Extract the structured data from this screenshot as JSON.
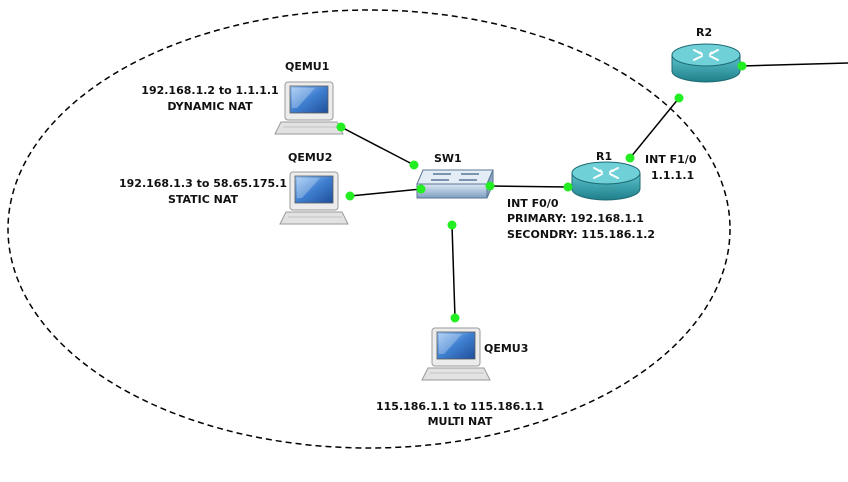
{
  "devices": {
    "qemu1": {
      "name": "QEMU1",
      "note_ip": "192.168.1.2 to 1.1.1.1",
      "note_type": "DYNAMIC NAT"
    },
    "qemu2": {
      "name": "QEMU2",
      "note_ip": "192.168.1.3 to 58.65.175.1",
      "note_type": "STATIC NAT"
    },
    "qemu3": {
      "name": "QEMU3",
      "note_ip": "115.186.1.1 to 115.186.1.1",
      "note_type": "MULTI NAT"
    },
    "sw1": {
      "name": "SW1"
    },
    "r1": {
      "name": "R1",
      "f10_label": "INT F1/0",
      "f10_ip": "1.1.1.1",
      "f00_label": "INT F0/0",
      "primary": "PRIMARY: 192.168.1.1",
      "secondary": "SECONDRY: 115.186.1.2"
    },
    "r2": {
      "name": "R2"
    }
  },
  "links": [
    {
      "from": "qemu1",
      "to": "sw1"
    },
    {
      "from": "qemu2",
      "to": "sw1"
    },
    {
      "from": "qemu3",
      "to": "sw1"
    },
    {
      "from": "sw1",
      "to": "r1"
    },
    {
      "from": "r1",
      "to": "r2"
    },
    {
      "from": "r2",
      "to": "external"
    }
  ],
  "colors": {
    "link": "#000000",
    "port_dot": "#22ee22",
    "router_body": "#2e9aa6",
    "router_top": "#5cc3cc",
    "switch_body": "#7f9fc0",
    "switch_top": "#c9d9ea",
    "pc_screen": "#3f7fd0",
    "pc_frame": "#e8e8e8",
    "boundary": "#000000"
  },
  "icons": {
    "router": "router-icon",
    "switch": "switch-icon",
    "pc": "computer-icon"
  }
}
